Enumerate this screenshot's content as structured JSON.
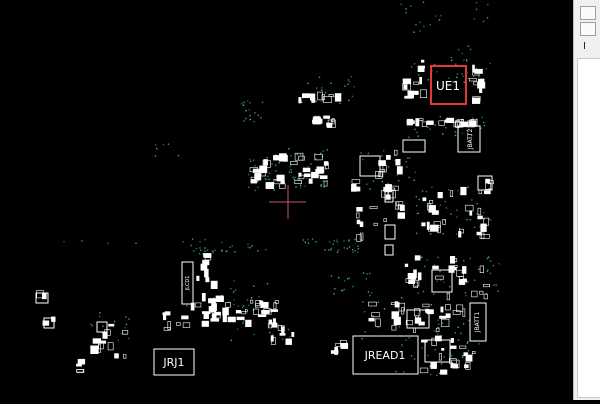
{
  "board_view": {
    "components": {
      "ue1": "UE1",
      "jrj1": "JRJ1",
      "jread1": "JREAD1",
      "jbatt2": "JBATT2",
      "jbatt1": "JBATT1",
      "jlcd": "JLCD1"
    },
    "colors": {
      "background": "#000000",
      "outline": "#ffffff",
      "highlight": "#e53935",
      "dots": "#3fb9a5",
      "crosshair": "#c2566a"
    }
  },
  "side_panel": {
    "label": "I"
  }
}
